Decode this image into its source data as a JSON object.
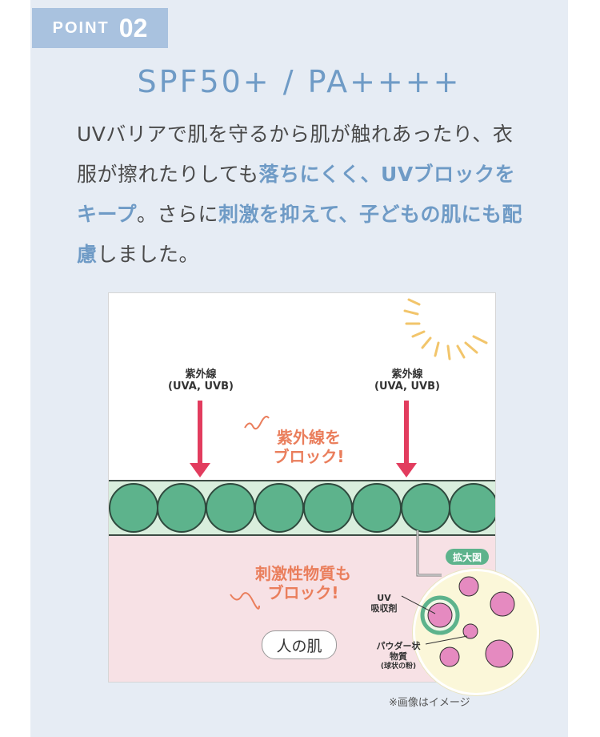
{
  "badge": {
    "word": "POINT",
    "number": "02"
  },
  "headline": "SPF50+ / PA++++",
  "body": {
    "p1": "UVバリアで肌を守るから肌が触れあったり、衣服が擦れたりしても",
    "hl1": "落ちにくく、UVブロックをキープ",
    "p2": "。さらに",
    "hl2": "刺激を抑えて、子どもの肌にも配慮",
    "p3": "しました。"
  },
  "illustration": {
    "uv_label_line1": "紫外線",
    "uv_label_line2": "(UVA, UVB)",
    "block_uv_line1": "紫外線を",
    "block_uv_line2": "ブロック!",
    "block_irritant_line1": "刺激性物質も",
    "block_irritant_line2": "ブロック!",
    "skin_label": "人の肌",
    "zoom_tag": "拡大図",
    "uv_absorber_line1": "UV",
    "uv_absorber_line2": "吸収剤",
    "powder_line1": "パウダー状",
    "powder_line2": "物質",
    "powder_line3": "(球状の粉)"
  },
  "footnote": "※画像はイメージ",
  "colors": {
    "accent_blue": "#6f9bc6",
    "badge_blue": "#a9c2df",
    "uv_arrow": "#e23c5e",
    "block_text": "#ea7e5c",
    "bead_green": "#5db38c",
    "skin_pink": "#f7e1e5"
  }
}
